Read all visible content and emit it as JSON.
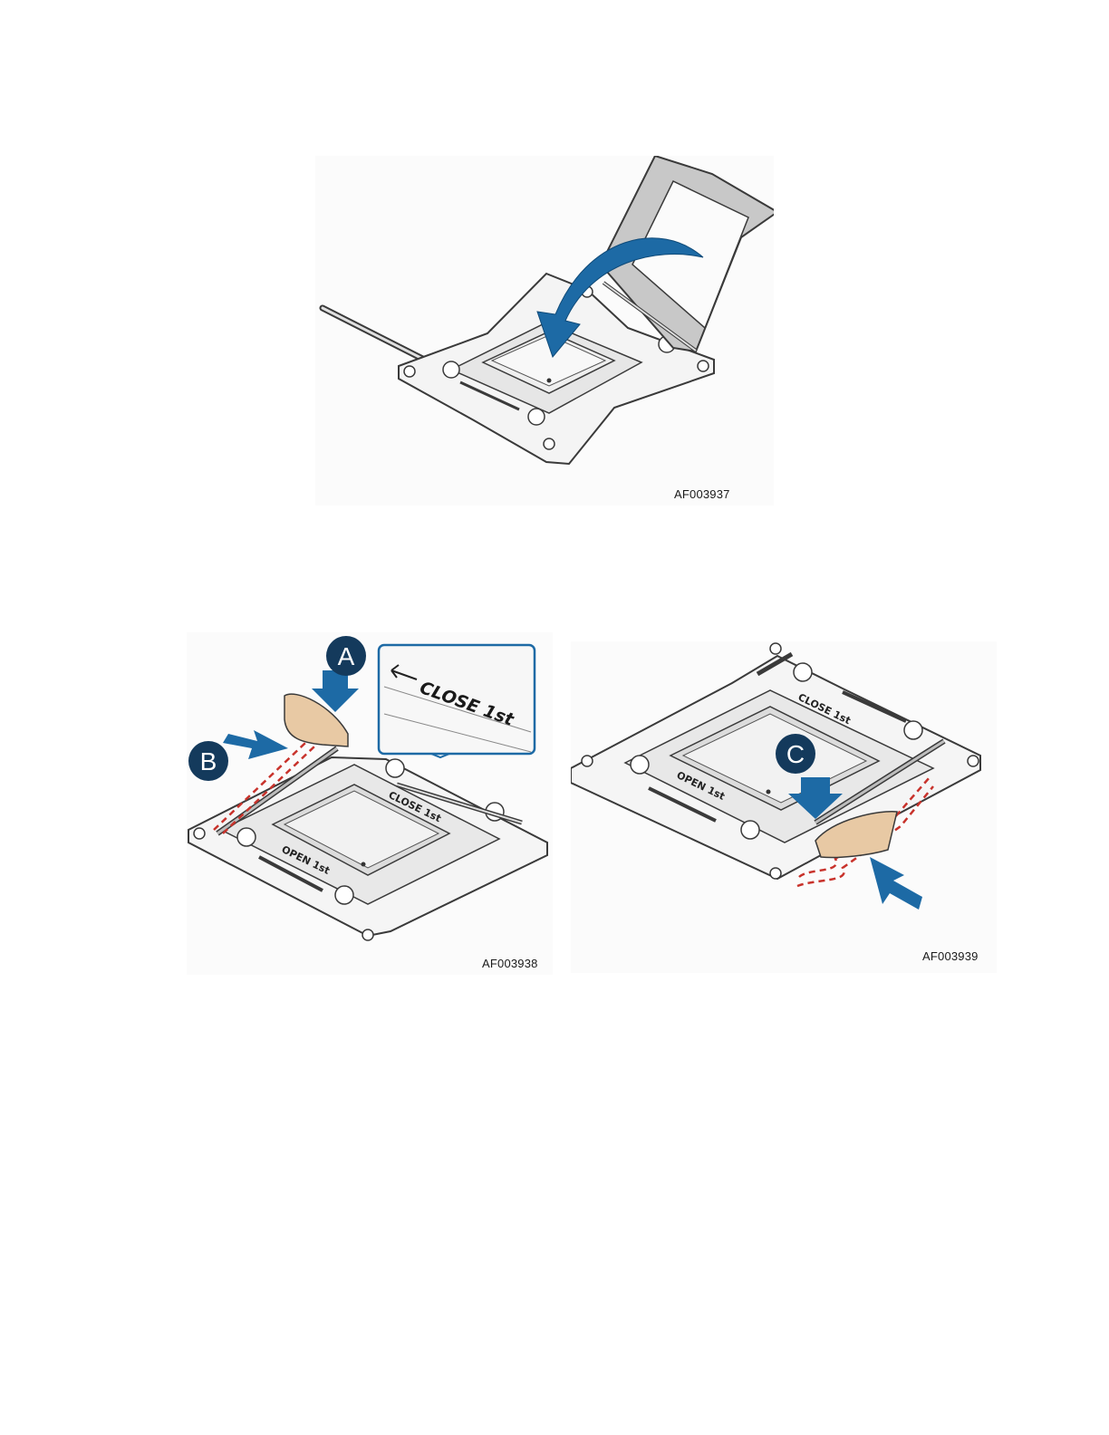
{
  "figures": [
    {
      "id": "AF003937",
      "caption_id": "AF003937",
      "description_icons": [
        "curved-arrow-icon"
      ]
    },
    {
      "id": "AF003938",
      "caption_id": "AF003938",
      "callouts": [
        "A",
        "B"
      ],
      "zoom_label": "CLOSE 1st",
      "socket_labels": {
        "close": "CLOSE 1st",
        "open": "OPEN 1st"
      }
    },
    {
      "id": "AF003939",
      "caption_id": "AF003939",
      "callouts": [
        "C"
      ],
      "socket_labels": {
        "close": "CLOSE 1st",
        "open": "OPEN 1st"
      }
    }
  ],
  "colors": {
    "accent_blue": "#1d6aa5",
    "callout_navy": "#143a5c",
    "dash_red": "#c8322b",
    "metal_gray": "#bdbdbd",
    "line": "#3a3a3a",
    "skin": "#e8c9a4"
  }
}
